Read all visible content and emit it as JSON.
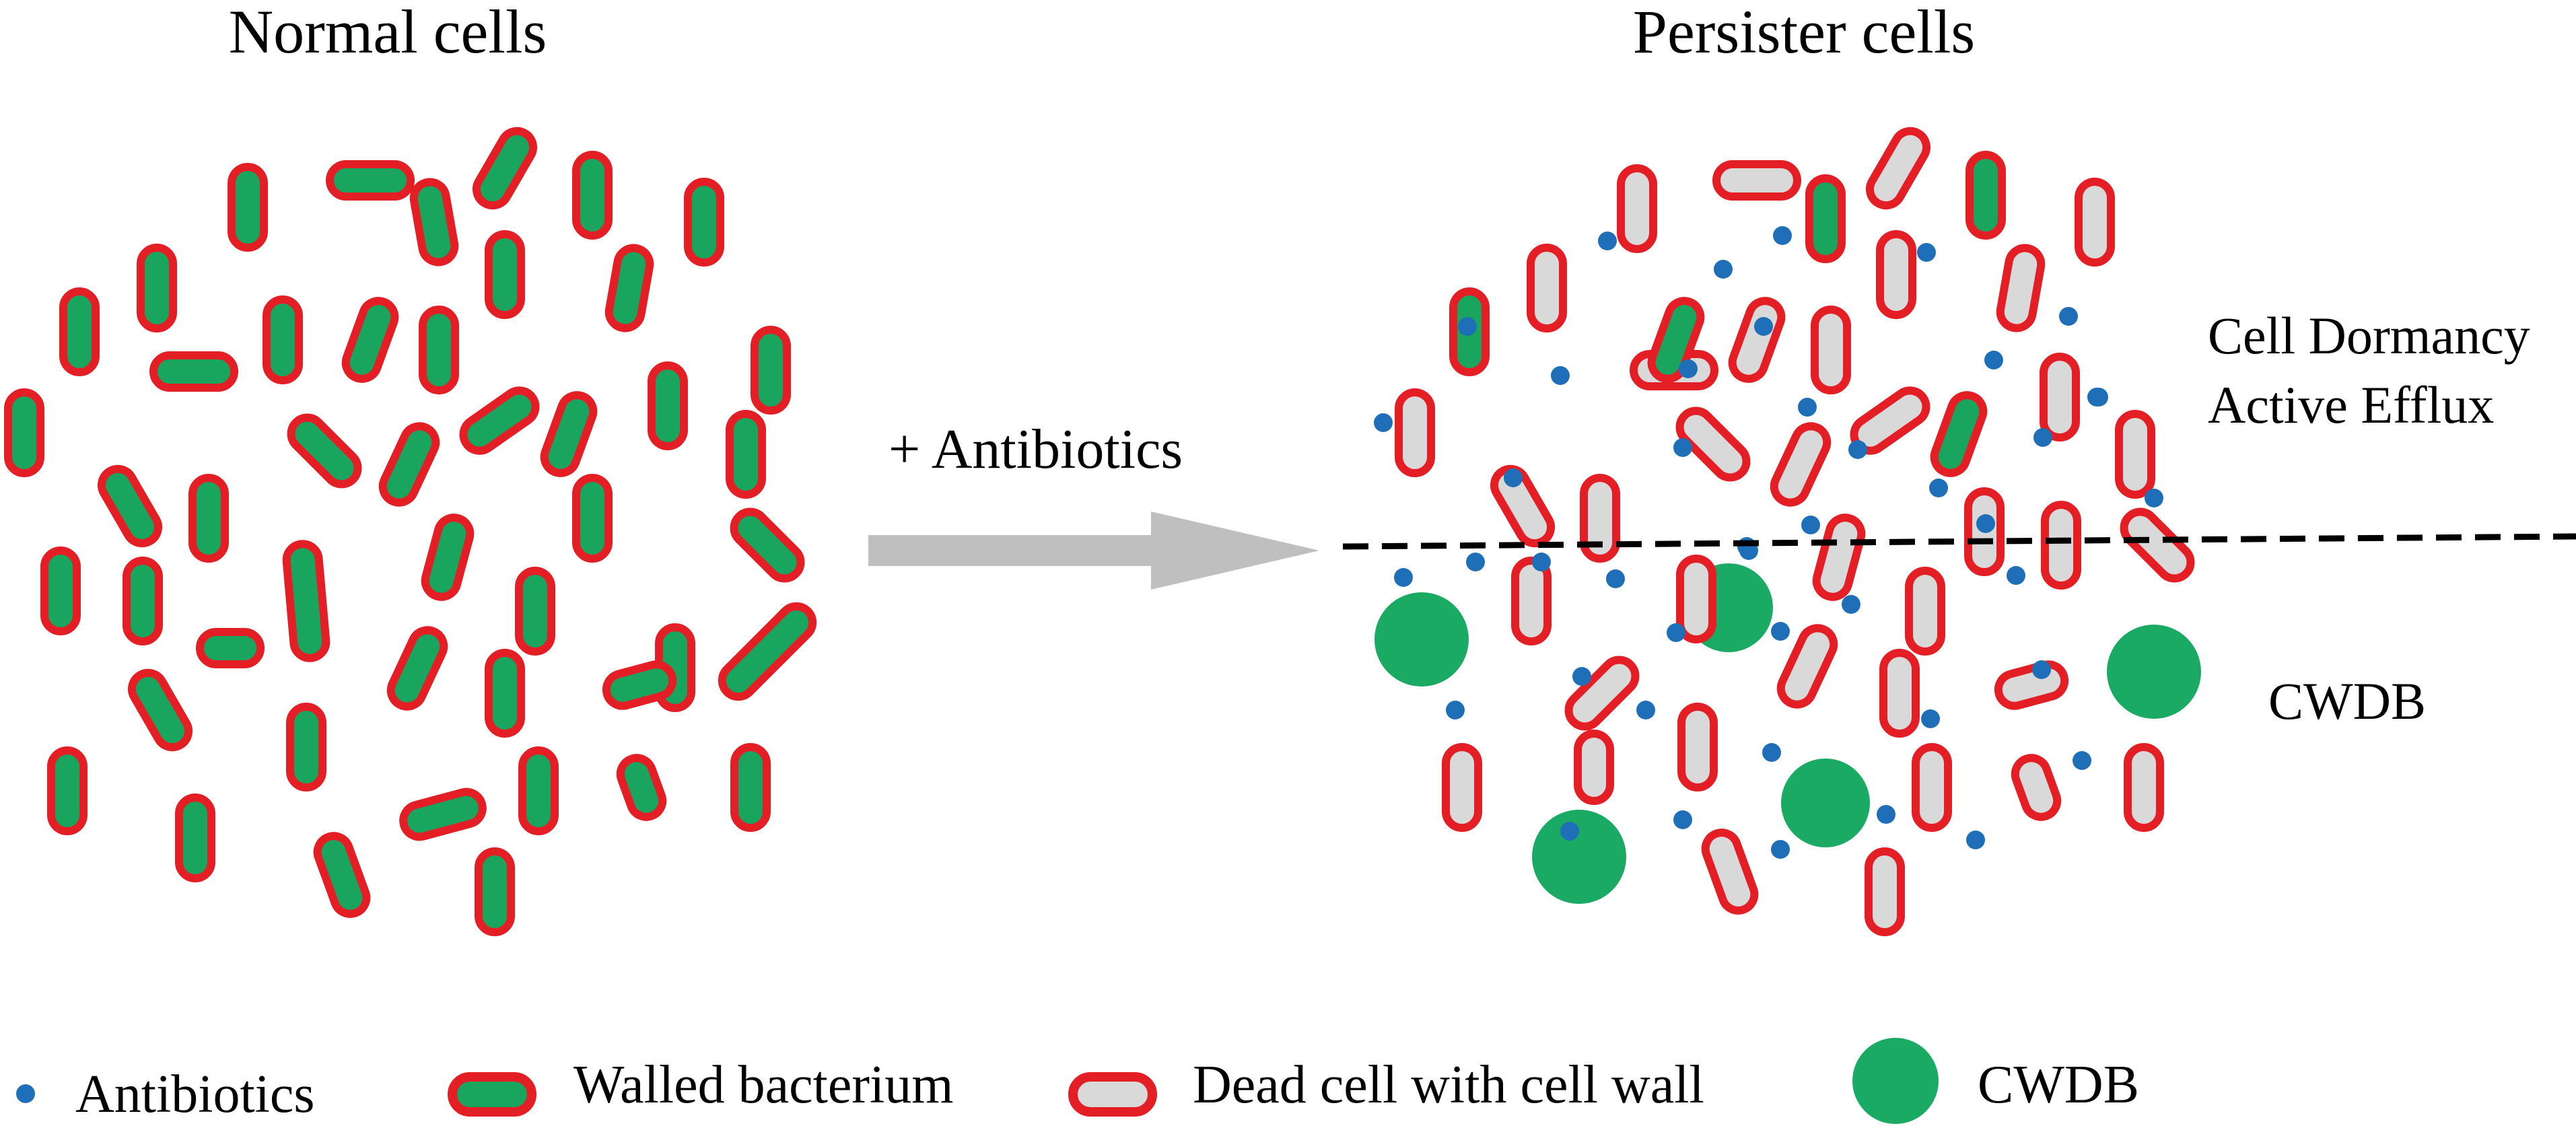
{
  "titles": {
    "left": "Normal cells",
    "right": "Persister cells"
  },
  "arrow_label": "+ Antibiotics",
  "annotations": {
    "above_line_1": "Cell Dormancy",
    "above_line_2": "Active Efflux",
    "below_line": "CWDB"
  },
  "legend": {
    "antibiotics": "Antibiotics",
    "walled_bacterium": "Walled bacterium",
    "dead_cell": "Dead cell with cell wall",
    "cwdb": "CWDB"
  },
  "colors": {
    "cell_wall": "#e31e24",
    "live_fill": "#1aa55f",
    "dead_fill": "#d9d9d9",
    "cwdb": "#1aaa63",
    "antibiotic": "#1f6fb8",
    "arrow": "#bfbfbf",
    "divider": "#000000"
  }
}
